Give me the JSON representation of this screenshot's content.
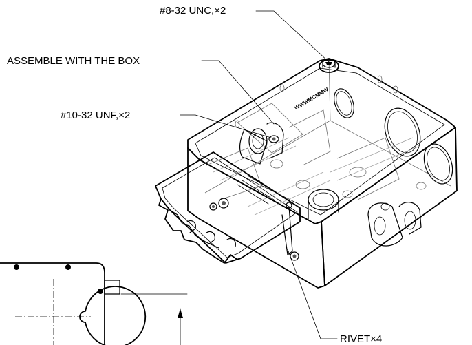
{
  "callouts": {
    "screw_8_32": "#8-32 UNC,×2",
    "assemble": "ASSEMBLE WITH THE BOX",
    "screw_10_32": "#10-32 UNF,×2",
    "rivet": "RIVET×4"
  },
  "box_marking": "WWWMCMMW",
  "colors": {
    "line": "#000000",
    "hidden": "#6e6e6e",
    "background": "#ffffff"
  }
}
